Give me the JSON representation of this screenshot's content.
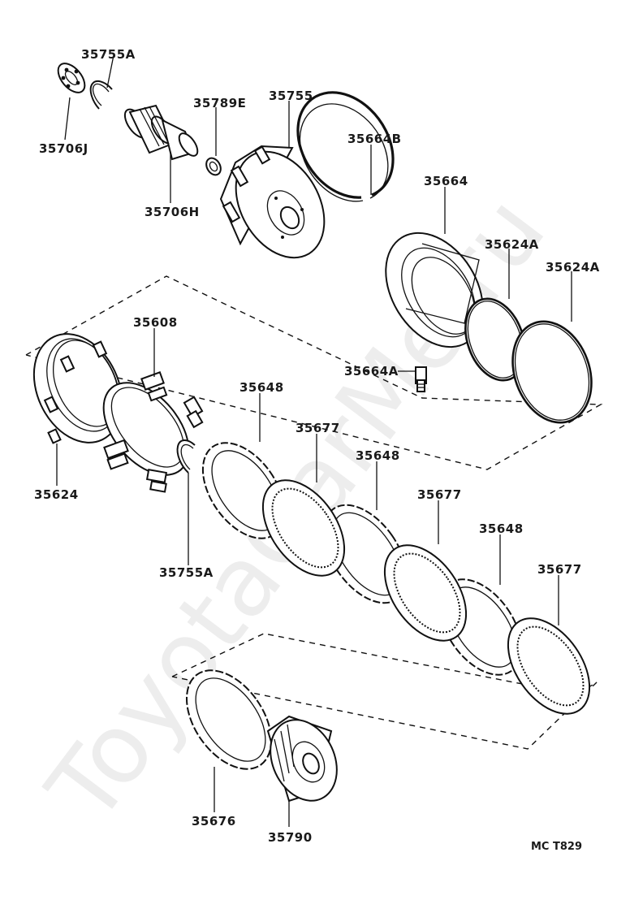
{
  "diagram": {
    "labels": {
      "p35755A_top": "35755A",
      "p35706J": "35706J",
      "p35789E": "35789E",
      "p35755": "35755",
      "p35706H": "35706H",
      "p35664B": "35664B",
      "p35664": "35664",
      "p35624A_1": "35624A",
      "p35624A_2": "35624A",
      "p35608": "35608",
      "p35664A": "35664A",
      "p35624": "35624",
      "p35648_1": "35648",
      "p35677_1": "35677",
      "p35648_2": "35648",
      "p35677_2": "35677",
      "p35648_3": "35648",
      "p35677_3": "35677",
      "p35755A_mid": "35755A",
      "p35676": "35676",
      "p35790": "35790"
    },
    "figure_code": "MC  T829",
    "watermark": "ToyotaCarMe.ru"
  }
}
